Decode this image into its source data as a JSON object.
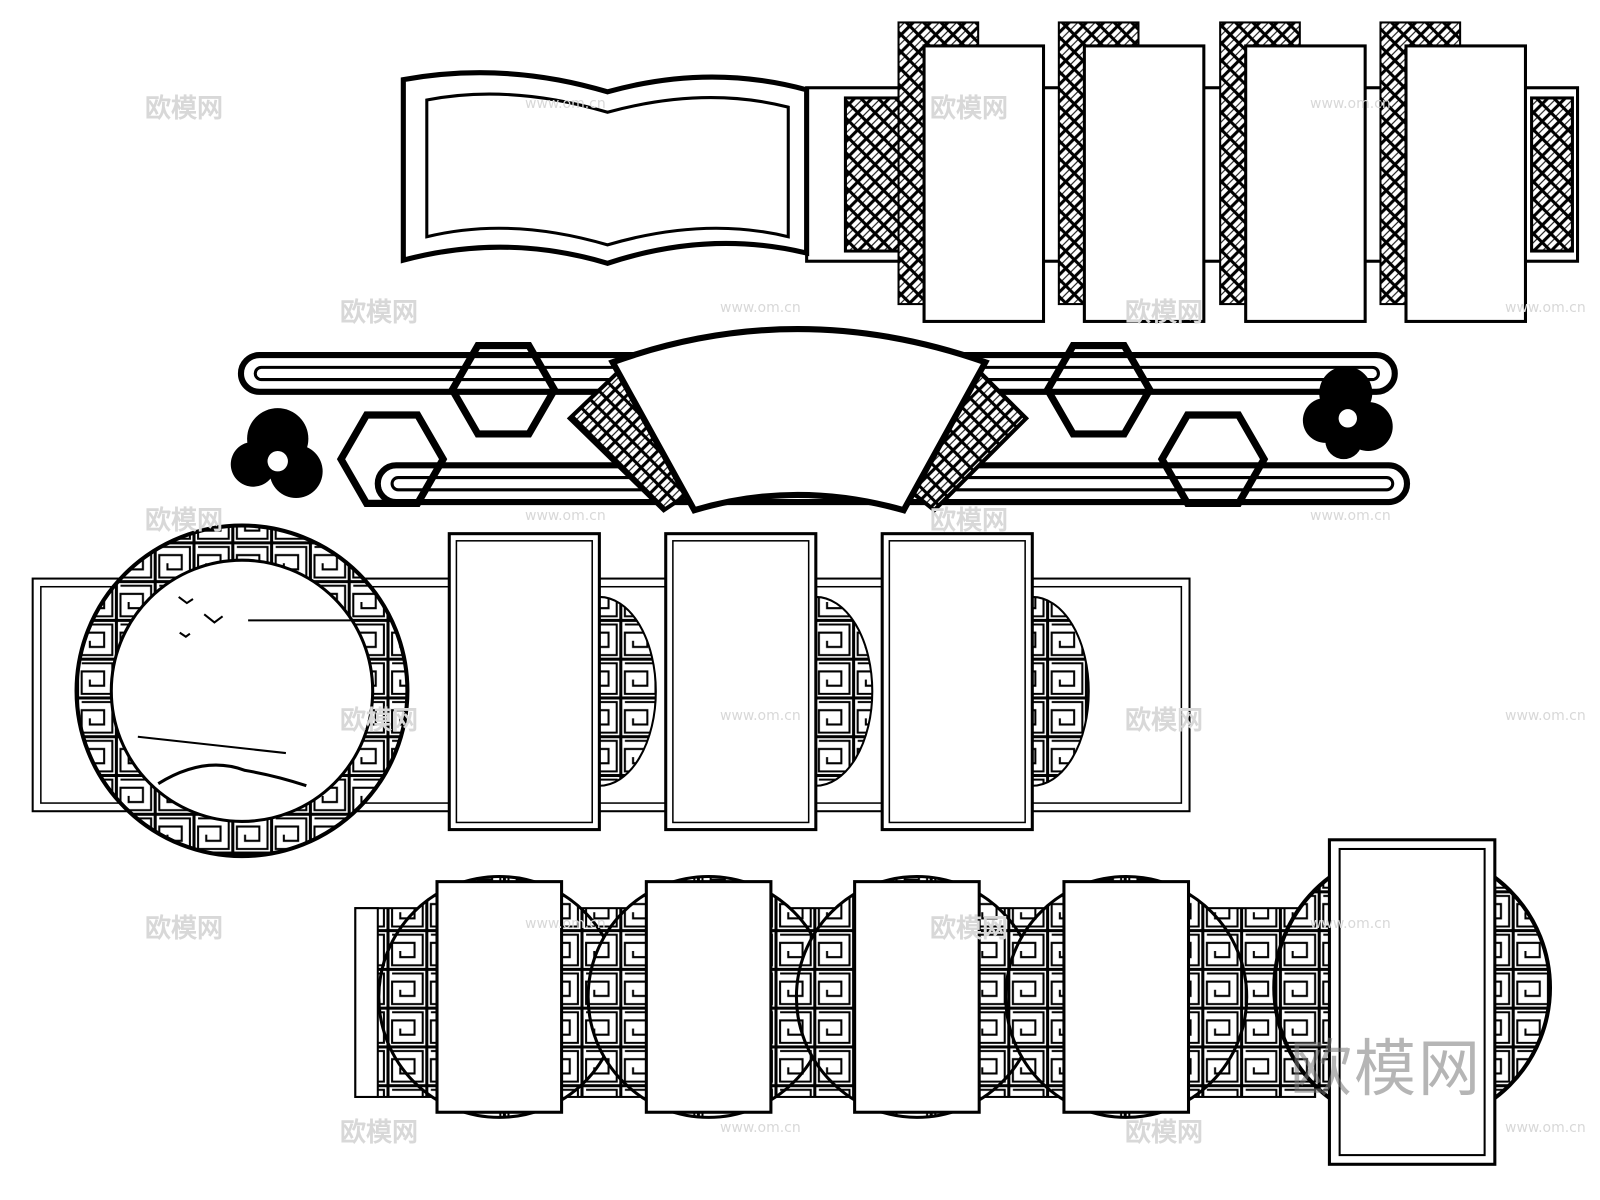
{
  "watermark": {
    "logo_text": "欧模网",
    "url_text": "www.om.cn"
  },
  "colors": {
    "line": "#000000",
    "background": "#ffffff",
    "watermark": "#e4e4e4"
  },
  "panels": [
    {
      "name": "scroll-frame-row",
      "blank_boards": 4
    },
    {
      "name": "fan-frame-row",
      "blank_boards": 1
    },
    {
      "name": "round-window-row",
      "blank_boards": 3
    },
    {
      "name": "lattice-row",
      "blank_boards": 5
    }
  ]
}
